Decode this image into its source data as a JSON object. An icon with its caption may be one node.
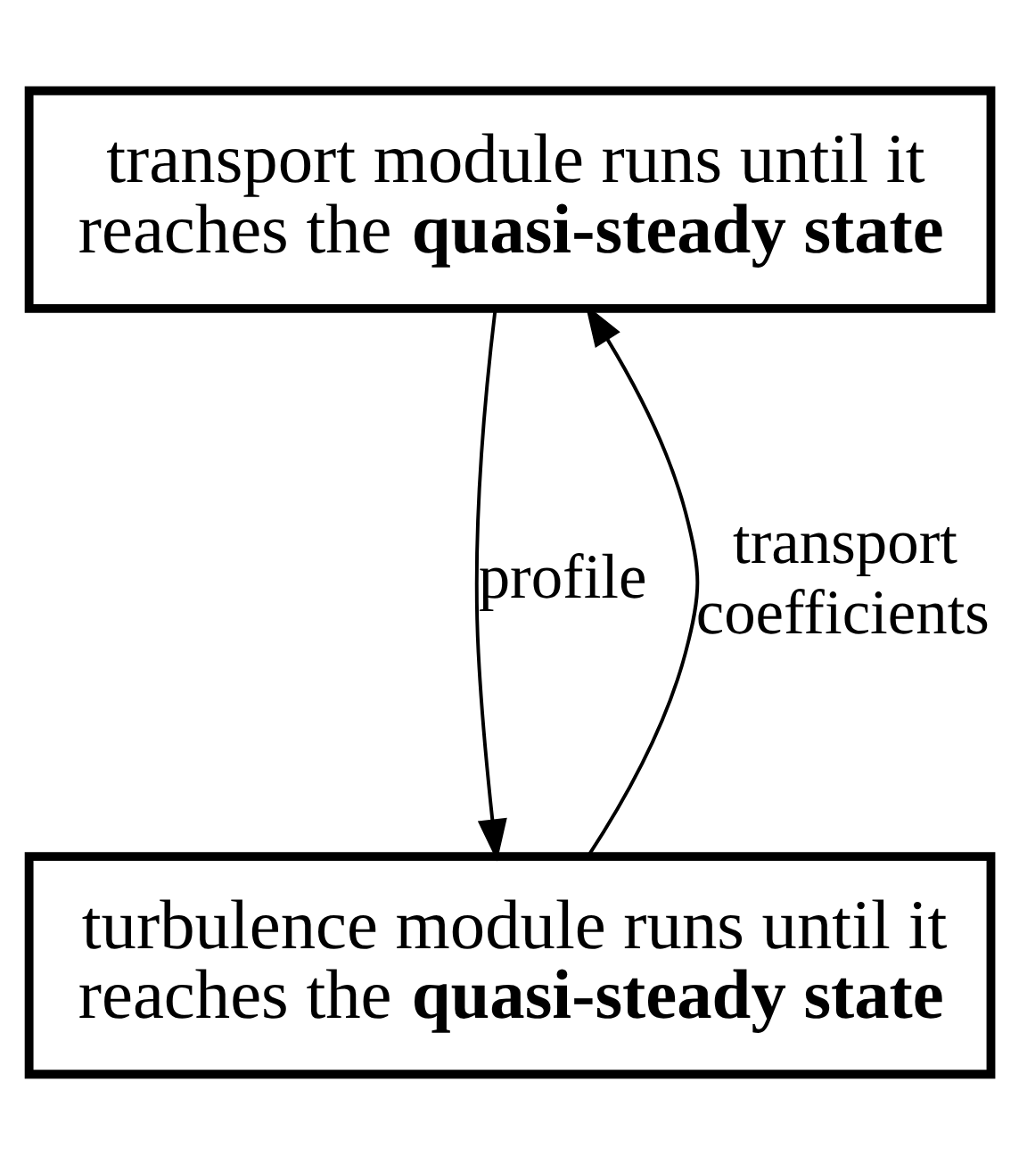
{
  "diagram": {
    "nodes": [
      {
        "text": [
          "transport module runs until it reaches the **quasi-steady state**"
        ]
      },
      {
        "text": [
          "turbulence module runs until it reaches the **quasi-steady state**"
        ]
      }
    ],
    "edges": [
      {
        "from": 0,
        "to": 1,
        "arrow": "to",
        "label": "profile"
      },
      {
        "from": 1,
        "to": 0,
        "arrow": "to",
        "label": "transport coefficients"
      }
    ]
  }
}
